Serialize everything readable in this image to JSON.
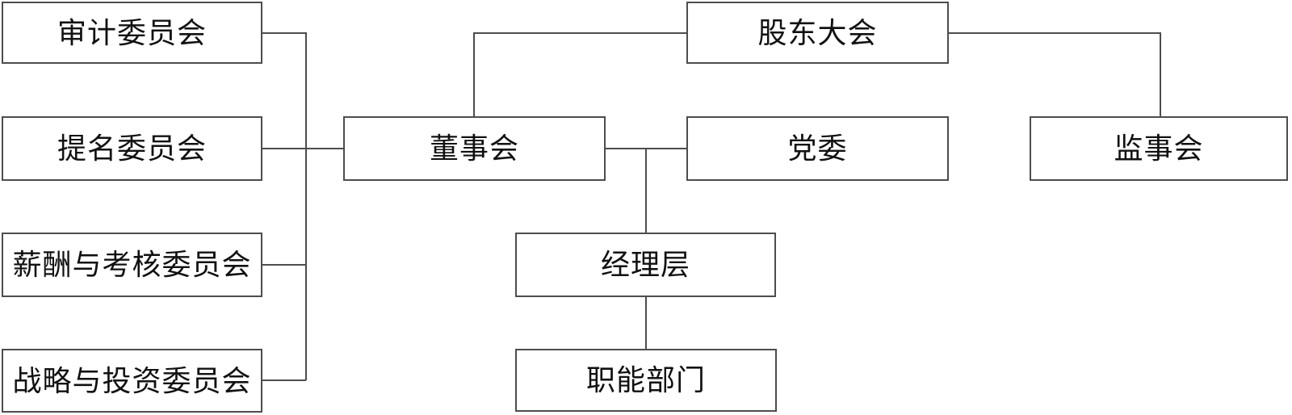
{
  "diagram": {
    "title": "corporate-governance-org-chart",
    "nodes": {
      "shareholders_meeting": {
        "label": "股东大会"
      },
      "board_of_directors": {
        "label": "董事会"
      },
      "party_committee": {
        "label": "党委"
      },
      "supervisory_board": {
        "label": "监事会"
      },
      "audit_committee": {
        "label": "审计委员会"
      },
      "nomination_committee": {
        "label": "提名委员会"
      },
      "remuneration_committee": {
        "label": "薪酬与考核委员会"
      },
      "strategy_committee": {
        "label": "战略与投资委员会"
      },
      "management": {
        "label": "经理层"
      },
      "functional_departments": {
        "label": "职能部门"
      }
    },
    "edges": [
      {
        "from": "shareholders_meeting",
        "to": "board_of_directors"
      },
      {
        "from": "shareholders_meeting",
        "to": "supervisory_board"
      },
      {
        "from": "board_of_directors",
        "to": "party_committee"
      },
      {
        "from": "board_of_directors",
        "to": "management"
      },
      {
        "from": "management",
        "to": "functional_departments"
      },
      {
        "from": "board_of_directors",
        "to": "audit_committee"
      },
      {
        "from": "board_of_directors",
        "to": "nomination_committee"
      },
      {
        "from": "board_of_directors",
        "to": "remuneration_committee"
      },
      {
        "from": "board_of_directors",
        "to": "strategy_committee"
      }
    ],
    "colors": {
      "node_border": "#4d4d4d",
      "connector": "#4d4d4d",
      "node_fill": "#ffffff",
      "text": "#111111",
      "background": "#ffffff"
    }
  }
}
